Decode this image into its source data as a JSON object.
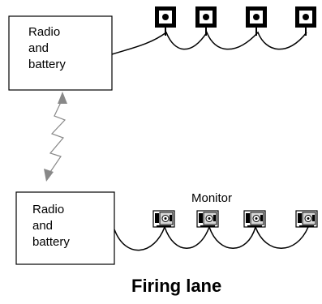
{
  "top_box": {
    "lines": [
      "Radio",
      "and",
      "battery"
    ]
  },
  "bottom_box": {
    "lines": [
      "Radio",
      "and",
      "battery"
    ]
  },
  "monitor_label": "Monitor",
  "lane_title": "Firing lane",
  "colors": {
    "line": "#000000",
    "arrow": "#888888",
    "monitor_screen": "#d8d8d8"
  },
  "top_target_count": 4,
  "monitor_count": 4
}
